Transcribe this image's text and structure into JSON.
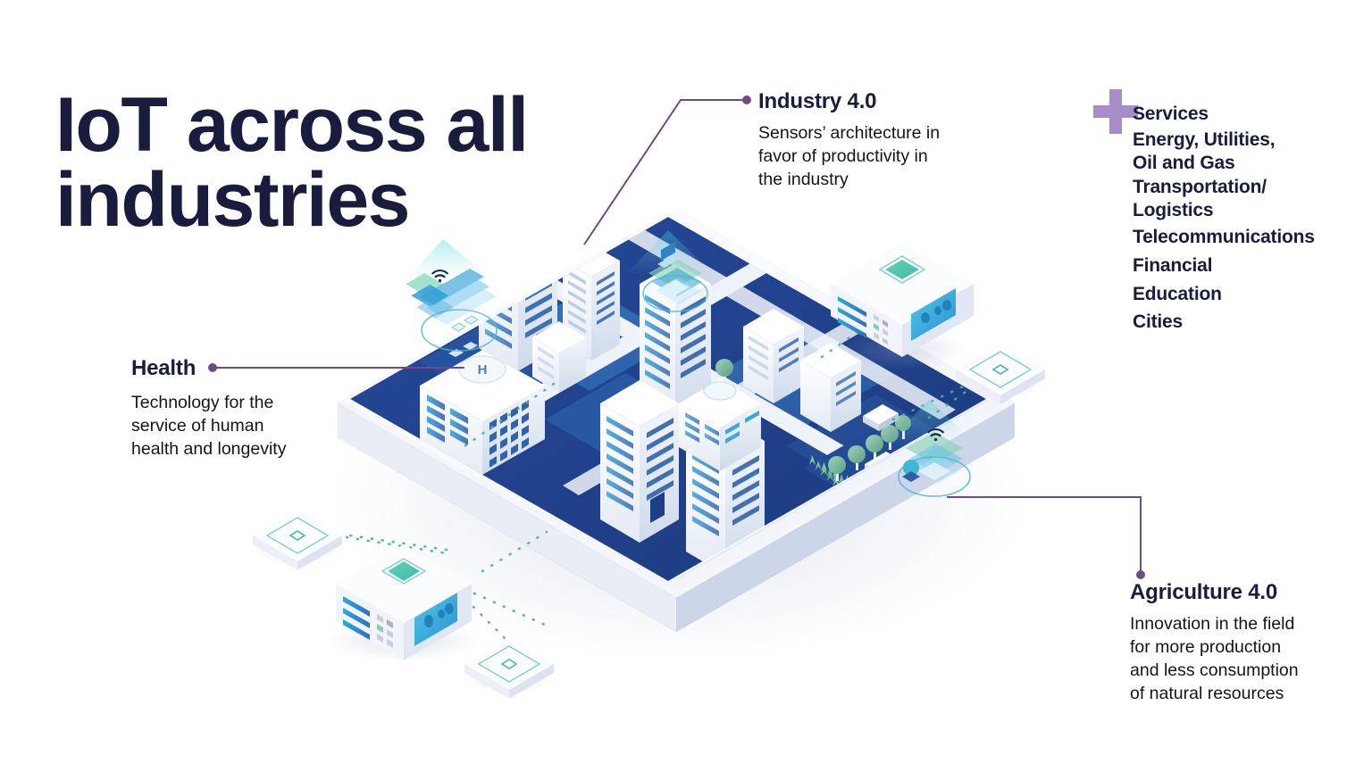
{
  "title": {
    "line1": "IoT across all",
    "line2": "industries"
  },
  "callouts": [
    {
      "id": "industry",
      "title": "Industry 4.0",
      "body": [
        "Sensors’ architecture in",
        "favor of productivity in",
        "the industry"
      ]
    },
    {
      "id": "health",
      "title": "Health",
      "body": [
        "Technology for the",
        "service of human",
        "health and longevity"
      ]
    },
    {
      "id": "agriculture",
      "title": "Agriculture 4.0",
      "body": [
        "Innovation in the field",
        "for more production",
        "and less consumption",
        "of natural resources"
      ]
    }
  ],
  "services": {
    "icon": "plus-icon",
    "items": [
      "Services",
      "Energy, Utilities,",
      "Oil and Gas",
      "Transportation/",
      "Logistics",
      "Telecommunications",
      "Financial",
      "Education",
      "Cities"
    ]
  },
  "colors": {
    "title_navy": "#191c3d",
    "body_text": "#14141a",
    "connector_purple": "#6e4b86",
    "plus_purple": "#a78dc8",
    "city_ground_dark": "#1f3f86",
    "city_ground_mid": "#2f6bb5",
    "device_teal": "#5ec5a8",
    "device_blue": "#33b4e0",
    "tablet_edge": "#5f72a8",
    "tree_green": "#7fb89b",
    "dotted_link": "#4fae9c",
    "background": "#ffffff"
  },
  "illustration": {
    "name": "isometric-smart-city-on-tablet",
    "scene_elements": [
      "tablet-platform",
      "city-blocks",
      "hospital-building",
      "office-towers",
      "roads",
      "trees",
      "vehicles",
      "crop-field",
      "wifi-beacon-health",
      "wifi-beacon-agriculture",
      "laptop-beacon-industry",
      "iot-gateway-box-left",
      "iot-gateway-box-right",
      "sensor-tile-nodes",
      "dotted-connection-lines"
    ]
  }
}
